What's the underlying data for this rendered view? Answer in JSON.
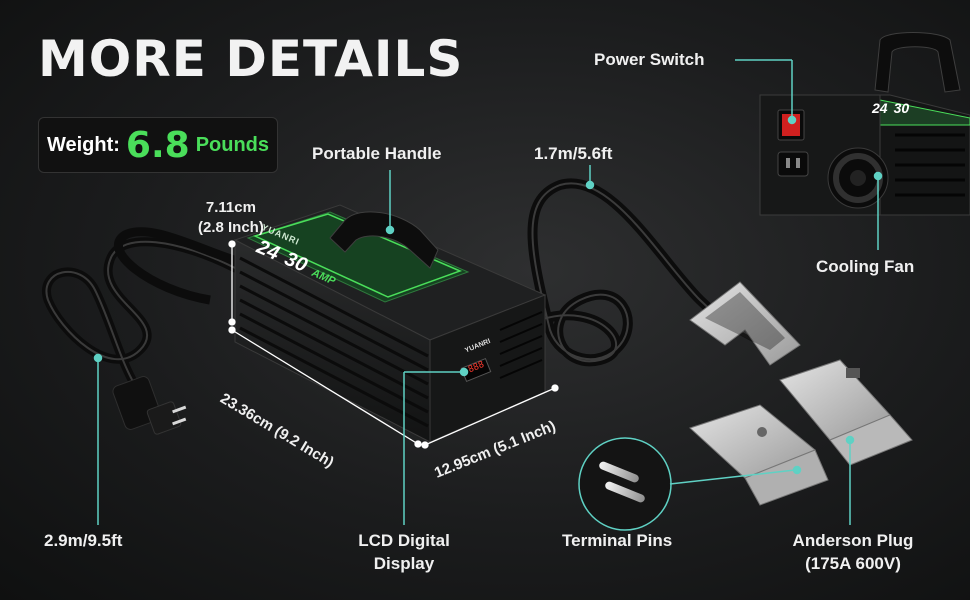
{
  "headline": "MORE DETAILS",
  "weight": {
    "label": "Weight:",
    "value": "6.8",
    "unit": "Pounds"
  },
  "callouts": {
    "portable_handle": "Portable Handle",
    "cable_length_dc": "1.7m/5.6ft",
    "power_switch": "Power Switch",
    "cooling_fan": "Cooling Fan",
    "cable_length_ac": "2.9m/9.5ft",
    "lcd_line1": "LCD Digital",
    "lcd_line2": "Display",
    "terminal_pins": "Terminal Pins",
    "anderson_line1": "Anderson Plug",
    "anderson_line2": "(175A 600V)"
  },
  "dimensions": {
    "height_line1": "7.11cm",
    "height_line2": "(2.8 Inch)",
    "length": "23.36cm (9.2 Inch)",
    "width": "12.95cm (5.1 Inch)"
  },
  "product_panel": {
    "brand": "YUANRI",
    "voltage": "24",
    "current": "30",
    "current_unit": "AMP",
    "lcd_readout": "888"
  },
  "colors": {
    "accent_green": "#4ade5a",
    "callout_line": "#5fd1c4",
    "switch_red": "#d0201f"
  }
}
